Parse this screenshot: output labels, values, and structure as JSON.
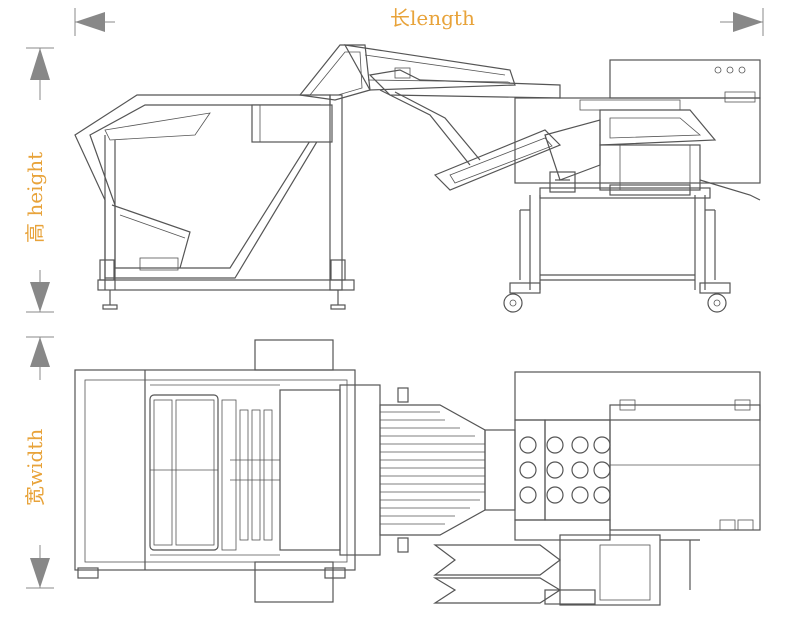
{
  "labels": {
    "length": "长length",
    "height": "高 height",
    "width": "宽width"
  },
  "colors": {
    "label": "#e8a33a",
    "line": "#555555",
    "arrow": "#888888"
  }
}
